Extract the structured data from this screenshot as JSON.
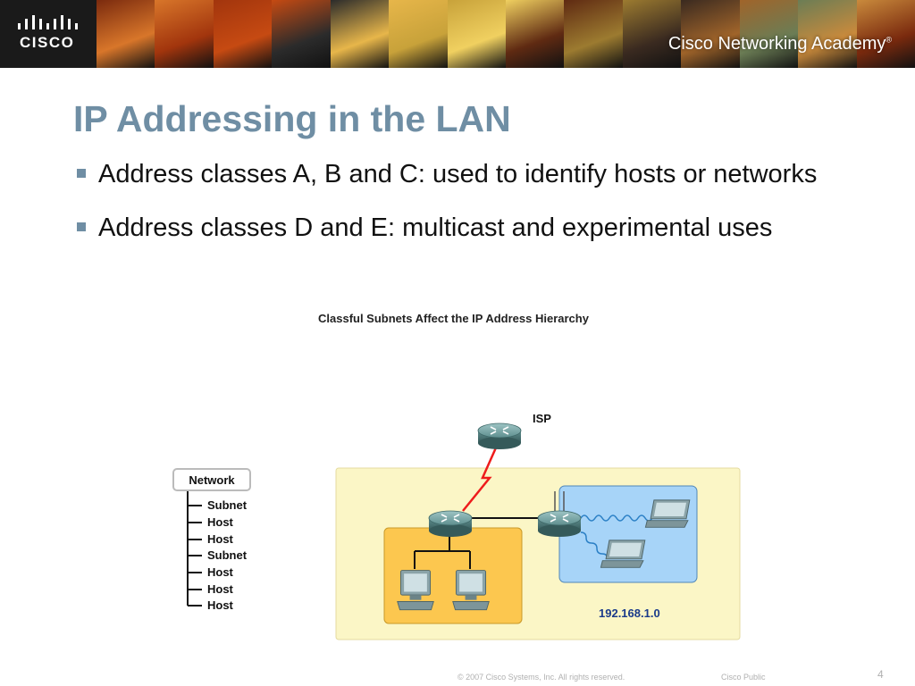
{
  "banner": {
    "logo_text": "CISCO",
    "academy_title": "Cisco Networking Academy",
    "academy_mark": "®",
    "photo_colors": [
      "#7a2a0e",
      "#d8762a",
      "#a2350d",
      "#c64a12",
      "#2b2b2b",
      "#e7b64a",
      "#c8a23a",
      "#f0d060",
      "#5f2a12",
      "#9c7b30",
      "#3a2a20",
      "#a0642a",
      "#6b7d55",
      "#c98a3c"
    ]
  },
  "slide": {
    "title": "IP Addressing in the LAN",
    "bullets": [
      "Address classes A, B and C:  used to identify hosts or networks",
      "Address classes D and E:  multicast and experimental uses"
    ]
  },
  "figure": {
    "caption": "Classful Subnets Affect the IP Address Hierarchy",
    "hierarchy": {
      "root": "Network",
      "children": [
        "Subnet",
        "Host",
        "Host",
        "Subnet",
        "Host",
        "Host",
        "Host"
      ]
    },
    "isp_label": "ISP",
    "wireless_network_label": "192.168.1.0",
    "colors": {
      "lan_background": "#fbf6c6",
      "wired_subnet": "#fcc74f",
      "wireless_subnet": "#a7d4f8",
      "router": "#5f8f8f",
      "serial_link": "#ee1c1c",
      "wave": "#2a7fc5"
    }
  },
  "footer": {
    "copyright": "© 2007 Cisco Systems, Inc. All rights reserved.",
    "classification": "Cisco Public",
    "page_number": "4"
  }
}
